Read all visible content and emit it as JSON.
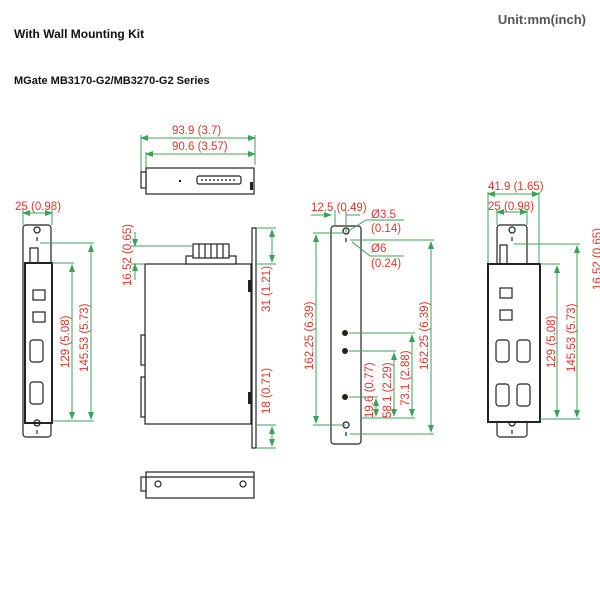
{
  "header": {
    "unit_label": "Unit:mm(inch)",
    "title": "With Wall Mounting Kit",
    "series": "MGate MB3170-G2/MB3270-G2 Series"
  },
  "colors": {
    "dimension_text": "#e0352b",
    "dimension_line": "#3aa35a",
    "outline": "#222222"
  },
  "views": {
    "top": {
      "width_overall": "93.9 (3.7)",
      "width_body": "90.6 (3.57)"
    },
    "front_1port": {
      "width": "25 (0.98)",
      "height_body": "129 (5.08)",
      "height_mount": "145.53 (5.73)"
    },
    "side": {
      "terminal": "16.52 (0.65)",
      "top_offset": "31 (1.21)",
      "bottom_offset": "18 (0.71)"
    },
    "mounting_plate": {
      "hole_offset": "12.5 (0.49)",
      "hole_small_a": "Ø3.5",
      "hole_small_b": "(0.14)",
      "hole_large_a": "Ø6",
      "hole_large_b": "(0.24)",
      "height_left": "162.25 (6.39)",
      "height_right": "162.25 (6.39)",
      "screw_1": "19.6 (0.77)",
      "screw_2": "58.1 (2.29)",
      "screw_3": "73.1 (2.88)"
    },
    "front_2port": {
      "width_overall": "41.9 (1.65)",
      "width_body": "25 (0.98)",
      "height_body": "129 (5.08)",
      "height_mount": "145.53 (5.73)",
      "cutoff": "16.52 (0.65)"
    }
  }
}
